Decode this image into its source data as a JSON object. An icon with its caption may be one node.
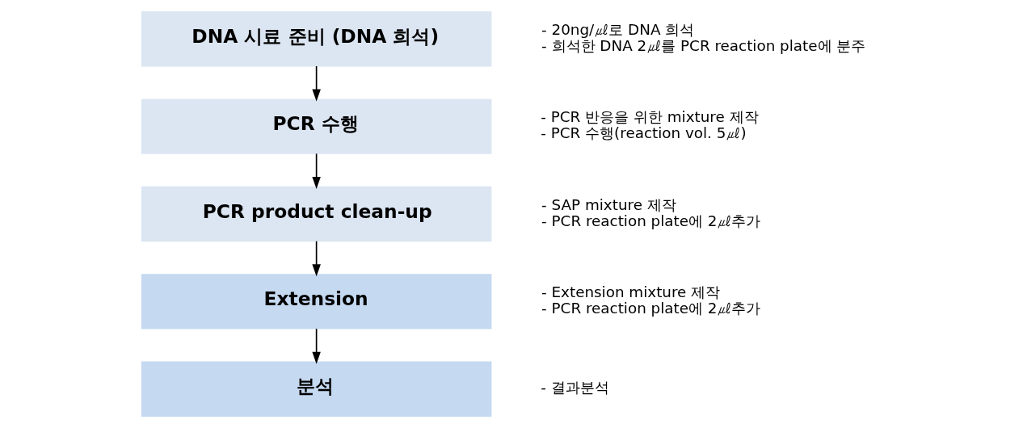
{
  "diagram": {
    "nodes": [
      {
        "text": [
          "DNA 시료 준비 (DNA 희석)"
        ],
        "beside": [
          "- 20ng/㎕로 DNA 희석",
          "- 희석한 DNA 2㎕를 PCR reaction plate에 분주"
        ]
      },
      {
        "text": [
          "PCR 수행"
        ],
        "beside": [
          "- PCR 반응을 위한 mixture 제작",
          "- PCR 수행(reaction vol. 5㎕)"
        ]
      },
      {
        "text": [
          "PCR product clean-up"
        ],
        "beside": [
          "- SAP mixture 제작",
          "- PCR reaction plate에 2㎕추가"
        ]
      },
      {
        "text": [
          "Extension"
        ],
        "beside": [
          "- Extension mixture 제작",
          "- PCR reaction plate에 2㎕추가"
        ]
      },
      {
        "text": [
          "분석"
        ],
        "beside": [
          "- 결과분석"
        ]
      }
    ],
    "edges": [
      {
        "from": 0,
        "to": 1,
        "arrow": "to"
      },
      {
        "from": 1,
        "to": 2,
        "arrow": "to"
      },
      {
        "from": 2,
        "to": 3,
        "arrow": "to"
      },
      {
        "from": 3,
        "to": 4,
        "arrow": "to"
      }
    ]
  }
}
